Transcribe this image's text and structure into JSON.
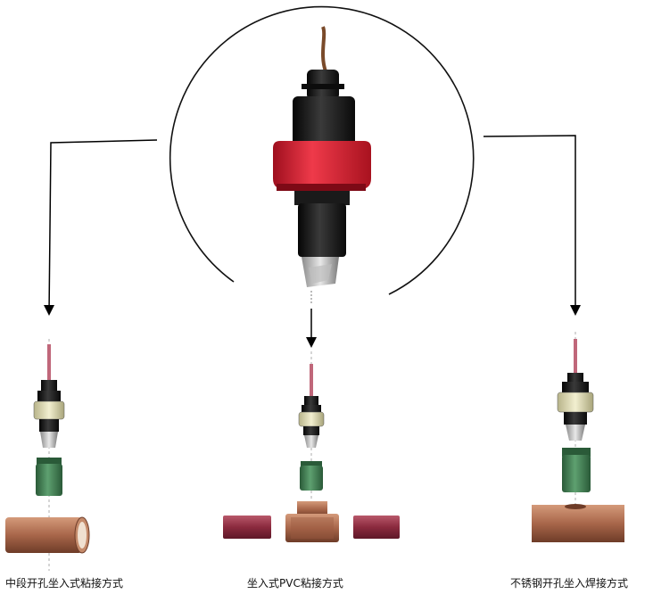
{
  "captions": {
    "left": "中段开孔坐入式粘接方式",
    "middle": "坐入式PVC粘接方式",
    "right": "不锈钢开孔坐入焊接方式"
  },
  "colors": {
    "cap_red": "#d61f32",
    "body_black": "#141414",
    "cable_brown": "#7a4a2a",
    "pipe_copper": "#a8664a",
    "pipe_maroon": "#8b2a3e",
    "adapter_green": "#3e7d52",
    "nut_cream": "#ded9b4",
    "arrow": "#000000"
  },
  "icons": [
    "sensor-probe-illustration",
    "pipe-fitting-illustration",
    "arrow-down"
  ]
}
